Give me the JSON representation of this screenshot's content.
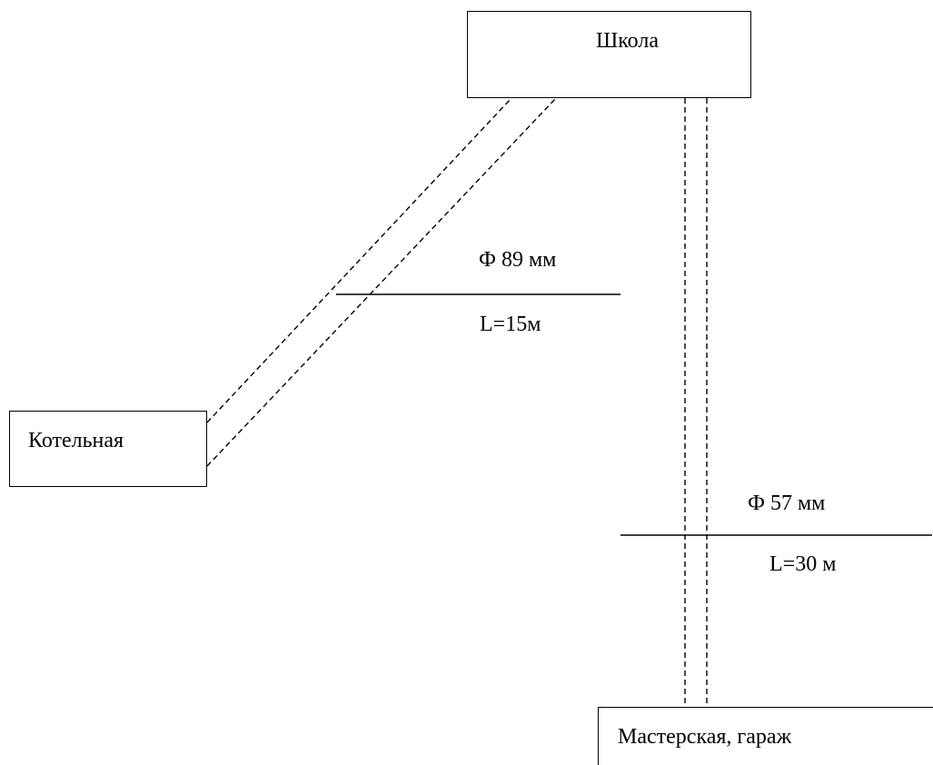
{
  "buildings": {
    "school": "Школа",
    "boiler_house": "Котельная",
    "workshop_garage": "Мастерская, гараж"
  },
  "pipes": {
    "boiler_to_school": {
      "diameter": "Ф 89 мм",
      "length": "L=15м"
    },
    "school_to_workshop": {
      "diameter": "Ф 57 мм",
      "length": "L=30 м"
    }
  },
  "colors": {
    "stroke": "#000000",
    "background": "#ffffff"
  }
}
